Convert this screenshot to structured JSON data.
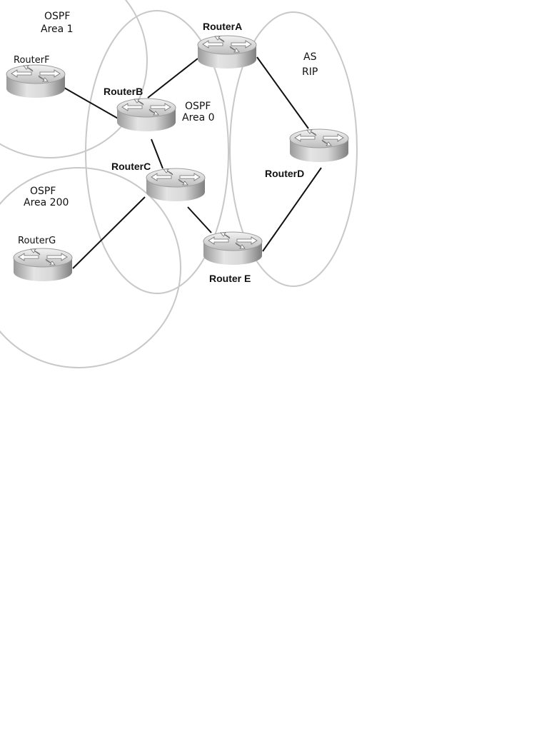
{
  "areas": {
    "area1": {
      "line1": "OSPF",
      "line2": "Area 1"
    },
    "area0": {
      "line1": "OSPF",
      "line2": "Area 0"
    },
    "area200": {
      "line1": "OSPF",
      "line2": "Area 200"
    },
    "rip": {
      "line1": "AS",
      "line2": "RIP"
    }
  },
  "routers": {
    "a": "RouterA",
    "b": "RouterB",
    "c": "RouterC",
    "d": "RouterD",
    "e": "Router E",
    "f": "RouterF",
    "g": "RouterG"
  },
  "links": [
    [
      "RouterF",
      "RouterB"
    ],
    [
      "RouterB",
      "RouterA"
    ],
    [
      "RouterB",
      "RouterC"
    ],
    [
      "RouterA",
      "RouterD"
    ],
    [
      "RouterC",
      "Router E"
    ],
    [
      "RouterC",
      "RouterG"
    ],
    [
      "RouterD",
      "Router E"
    ]
  ],
  "colors": {
    "boundary": "#c8c8c8",
    "link": "#111111",
    "router_body_light": "#e6e6e6",
    "router_body_dark": "#8a8a8a",
    "router_top": "#d4d4d4"
  }
}
